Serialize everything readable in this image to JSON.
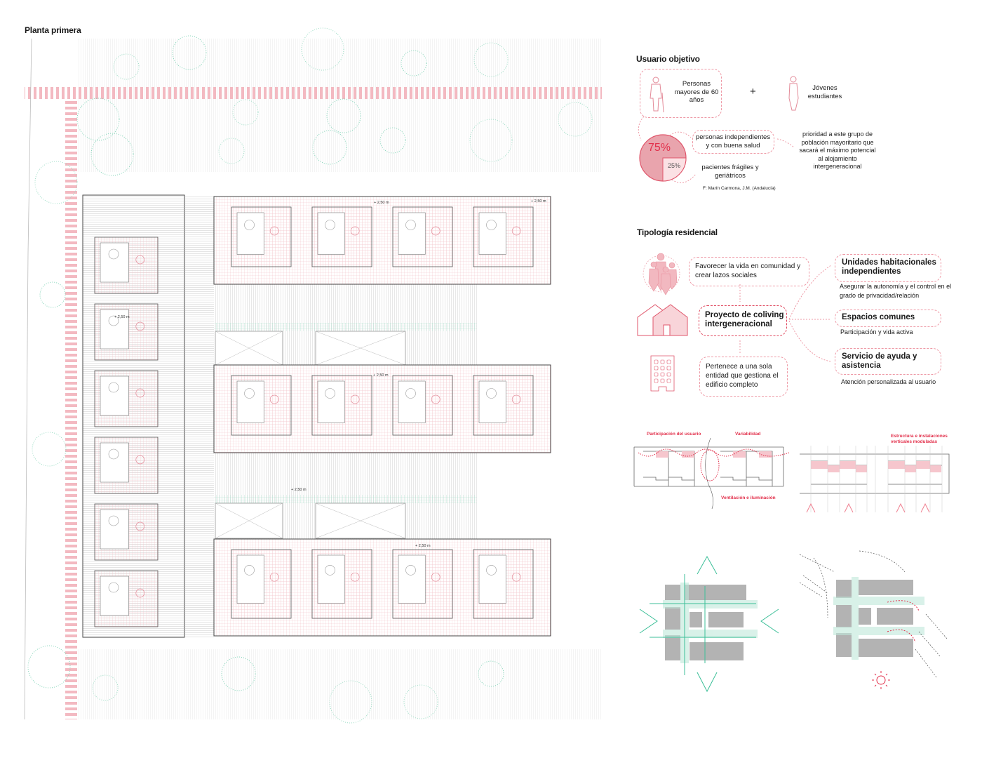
{
  "plan": {
    "title": "Planta primera",
    "level_labels": [
      "+ 2,50 m",
      "+ 2,50 m",
      "+ 2,50 m",
      "+ 2,50 m",
      "+ 2,50 m",
      "+ 2,50 m"
    ]
  },
  "usuario": {
    "title": "Usuario objetivo",
    "group_seniors": "Personas mayores de 60 años",
    "plus": "+",
    "group_youth": "Jóvenes estudiantes",
    "pie": {
      "major_pct": "75%",
      "minor_pct": "25%",
      "major_value": 75,
      "minor_value": 25
    },
    "independent": "personas independientes y con buena salud",
    "fragile": "pacientes frágiles y geriátricos",
    "priority": "prioridad a este grupo de población mayoritario que sacará el máximo potencial al alojamiento intergeneracional",
    "source": "F: Marín Carmona, J.M. (Andalucía)"
  },
  "tipologia": {
    "title": "Tipología residencial",
    "community": "Favorecer la vida en comunidad y crear lazos sociales",
    "project": "Proyecto de coliving intergeneracional",
    "entity": "Pertenece a una sola entidad que gestiona el edificio completo",
    "outcomes": [
      {
        "title": "Unidades habitacionales independientes",
        "desc": "Asegurar la autonomía y el control en el grado de privacidad/relación"
      },
      {
        "title": "Espacios comunes",
        "desc": "Participación y vida activa"
      },
      {
        "title": "Servicio de ayuda y asistencia",
        "desc": "Atención personalizada al usuario"
      }
    ]
  },
  "diagrams": {
    "participation": "Participación del usuario",
    "variability": "Variabilidad",
    "ventilation": "Ventilación e iluminación",
    "structure": "Estructura e instalaciones verticales moduladas"
  },
  "colors": {
    "accent": "#e2304b",
    "pink": "#f2b8c0",
    "green": "#5cc9a7",
    "grey": "#9a9a9a"
  }
}
